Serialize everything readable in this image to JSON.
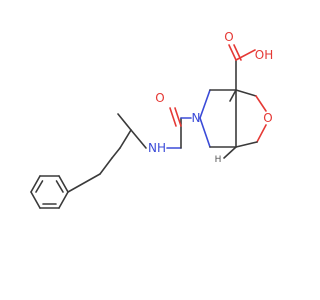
{
  "molecule": {
    "atoms": {
      "carbonyl_oxygen": "O",
      "amide_nitrogen_h": "NH",
      "ring_nitrogen": "N",
      "ring_oxygen": "O",
      "acid_oxygen": "O",
      "hydroxyl": "OH"
    },
    "stereo_labels": {
      "upper_h": "H"
    },
    "colors": {
      "bond": "#3a3a3a",
      "oxygen": "#e53935",
      "nitrogen": "#3b4bd8"
    }
  }
}
